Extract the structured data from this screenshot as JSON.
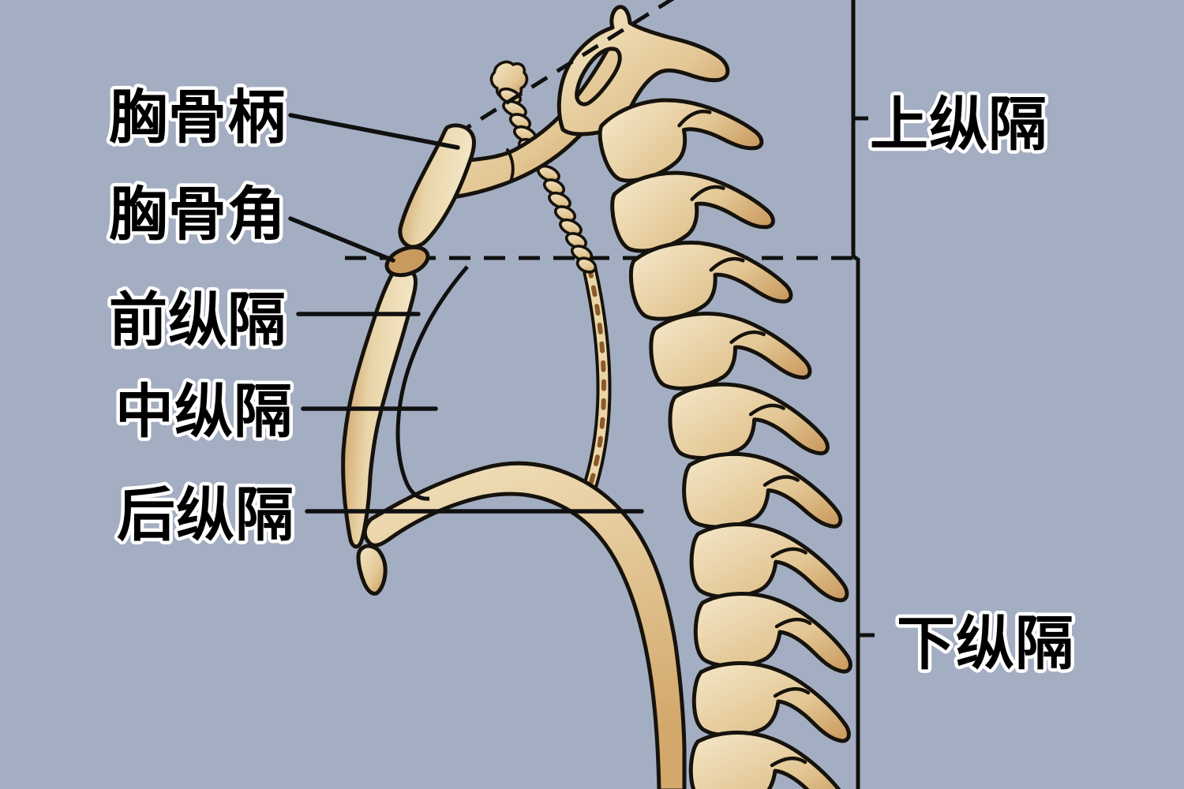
{
  "diagram": {
    "labels": {
      "manubrium": "胸骨柄",
      "sternal_angle": "胸骨角",
      "anterior_mediastinum": "前纵隔",
      "middle_mediastinum": "中纵隔",
      "posterior_mediastinum": "后纵隔",
      "superior_mediastinum": "上纵隔",
      "inferior_mediastinum": "下纵隔"
    },
    "colors": {
      "background": "#a4aec2",
      "bone_light": "#f4e7c8",
      "bone_mid": "#e3c795",
      "bone_shade": "#c9975b",
      "esophagus_dash": "#8a5a2a",
      "outline": "#16120c",
      "line": "#101010",
      "label_fill": "#000000",
      "label_stroke": "#ffffff"
    }
  }
}
